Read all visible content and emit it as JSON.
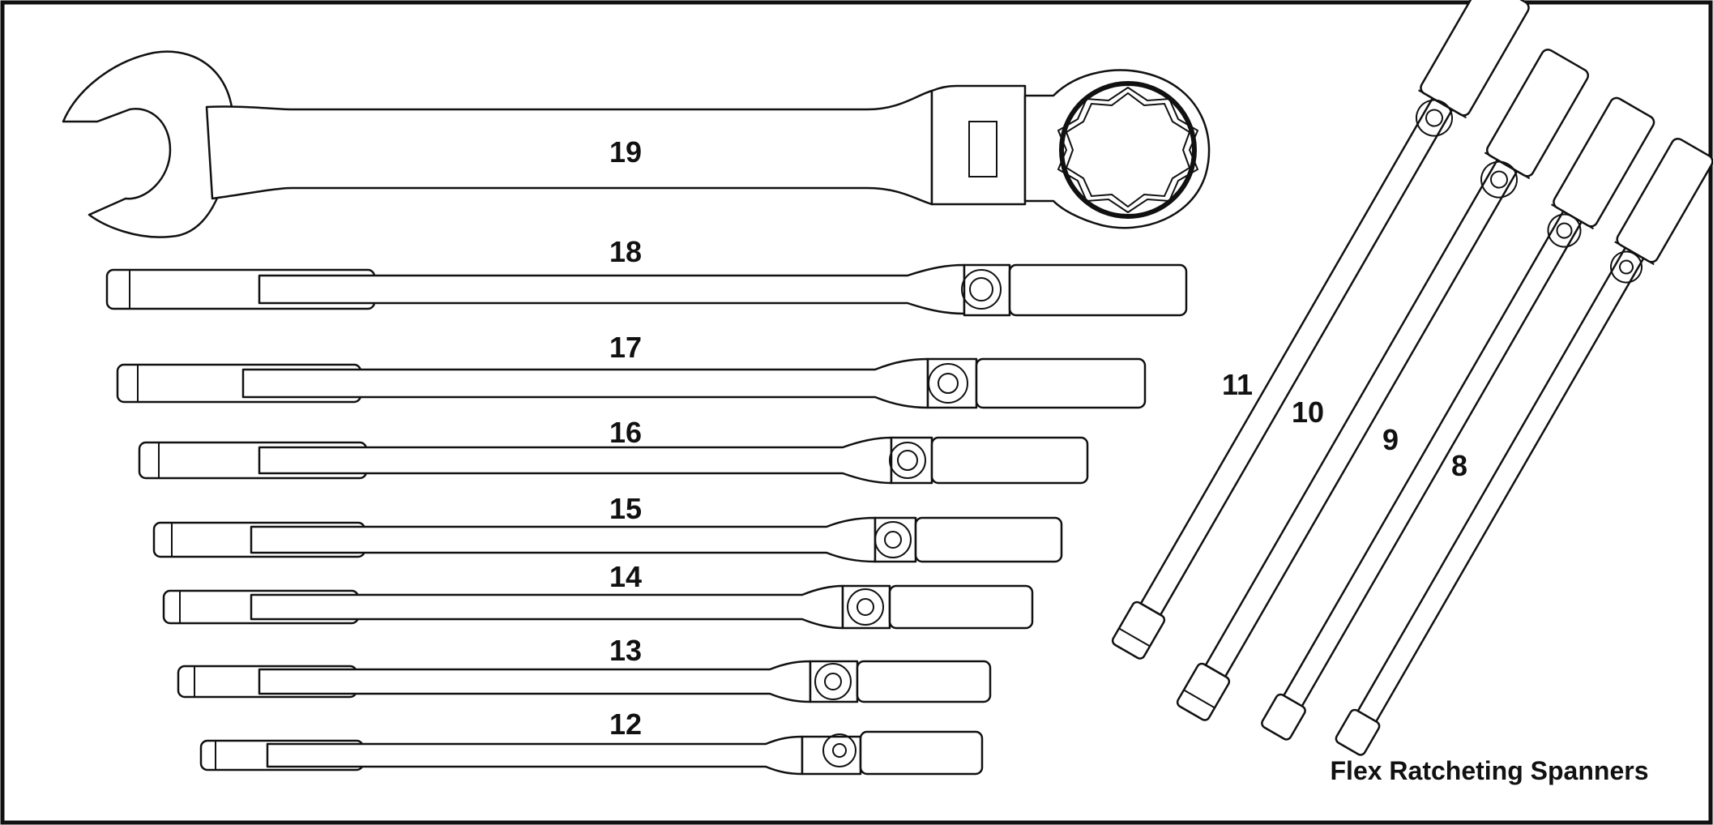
{
  "caption": "Flex Ratcheting Spanners",
  "colors": {
    "line": "#111111",
    "fill": "#ffffff",
    "frame": "#111111"
  },
  "spanners": [
    {
      "label": "19"
    },
    {
      "label": "18"
    },
    {
      "label": "17"
    },
    {
      "label": "16"
    },
    {
      "label": "15"
    },
    {
      "label": "14"
    },
    {
      "label": "13"
    },
    {
      "label": "12"
    },
    {
      "label": "11"
    },
    {
      "label": "10"
    },
    {
      "label": "9"
    },
    {
      "label": "8"
    }
  ]
}
